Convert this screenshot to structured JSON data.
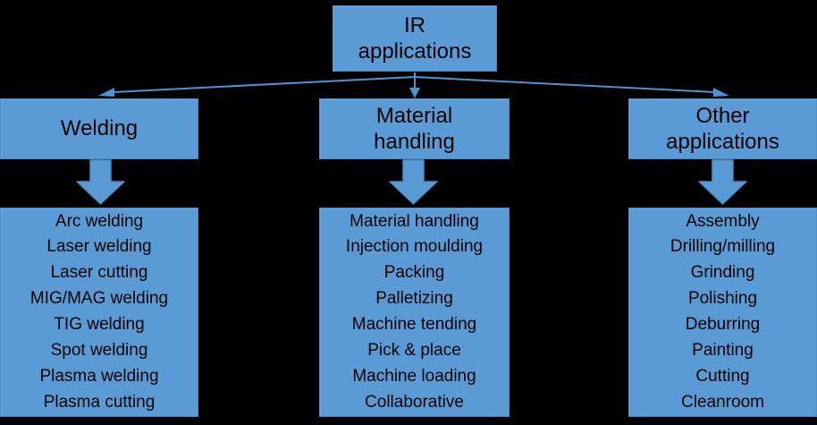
{
  "diagram": {
    "title_node": {
      "label_line1": "IR",
      "label_line2": "applications"
    },
    "categories": [
      {
        "id": "welding",
        "label_line1": "Welding",
        "label_line2": "",
        "items": [
          "Arc welding",
          "Laser welding",
          "Laser cutting",
          "MIG/MAG welding",
          "TIG welding",
          "Spot welding",
          "Plasma welding",
          "Plasma cutting"
        ]
      },
      {
        "id": "material-handling",
        "label_line1": "Material",
        "label_line2": "handling",
        "items": [
          "Material handling",
          "Injection moulding",
          "Packing",
          "Palletizing",
          "Machine tending",
          "Pick & place",
          "Machine loading",
          "Collaborative"
        ]
      },
      {
        "id": "other-applications",
        "label_line1": "Other",
        "label_line2": "applications",
        "items": [
          "Assembly",
          "Drilling/milling",
          "Grinding",
          "Polishing",
          "Deburring",
          "Painting",
          "Cutting",
          "Cleanroom"
        ]
      }
    ],
    "colors": {
      "node_fill": "#5B9BD5",
      "node_border": "#4A8AC4",
      "connector": "#4E92D2",
      "arrow_fill": "#5B9BD5",
      "arrow_border": "#4A8AC4",
      "background": "#000000",
      "text": "#000000"
    }
  }
}
